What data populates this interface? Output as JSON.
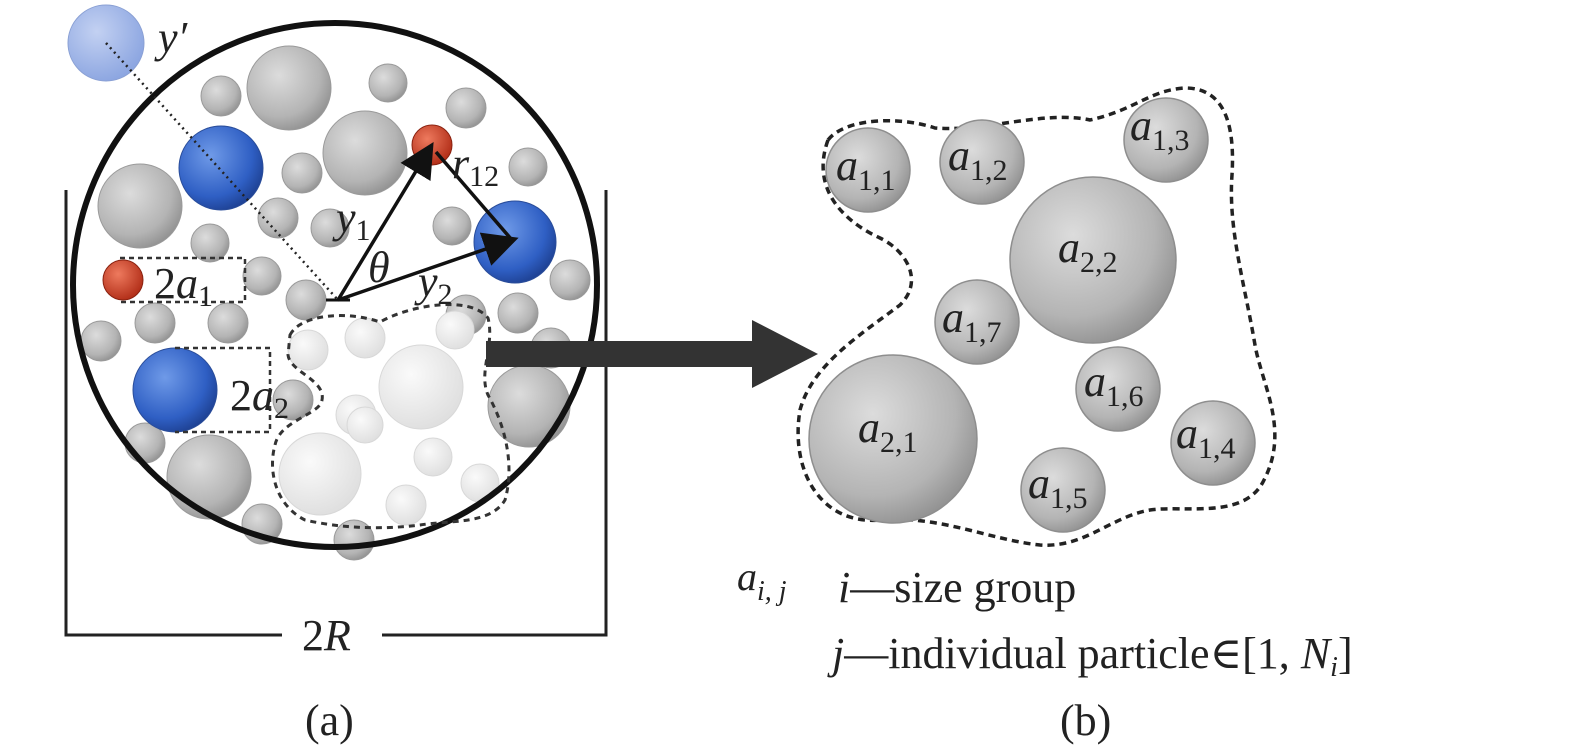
{
  "panel_a": {
    "caption": "(a)",
    "label_yprime": "y′",
    "label_r12": {
      "base": "r",
      "sub": "12"
    },
    "label_y1": {
      "base": "y",
      "sub": "1"
    },
    "label_y2": {
      "base": "y",
      "sub": "2"
    },
    "label_theta": "θ",
    "label_2a1": {
      "coef": "2",
      "base": "a",
      "sub": "1"
    },
    "label_2a2": {
      "coef": "2",
      "base": "a",
      "sub": "2"
    },
    "label_2R": {
      "coef": "2",
      "base": "R"
    }
  },
  "panel_b": {
    "caption": "(b)",
    "particles": [
      {
        "base": "a",
        "sub": "1,1"
      },
      {
        "base": "a",
        "sub": "1,2"
      },
      {
        "base": "a",
        "sub": "1,3"
      },
      {
        "base": "a",
        "sub": "2,2"
      },
      {
        "base": "a",
        "sub": "1,7"
      },
      {
        "base": "a",
        "sub": "1,6"
      },
      {
        "base": "a",
        "sub": "2,1"
      },
      {
        "base": "a",
        "sub": "1,4"
      },
      {
        "base": "a",
        "sub": "1,5"
      }
    ],
    "legend": {
      "symbol": {
        "base": "a",
        "sub": "i, j"
      },
      "line1": {
        "var": "i",
        "text": "—size group"
      },
      "line2": {
        "var": "j",
        "text": "—individual particle∈[1, ",
        "tail_base": "N",
        "tail_sub": "i",
        "close": "]"
      }
    }
  },
  "colors": {
    "grey_particle": "#b9b9b9",
    "blue_particle": "#2f5fc4",
    "red_particle": "#c83a22",
    "light_particle": "#ececec",
    "outline": "#111111"
  }
}
